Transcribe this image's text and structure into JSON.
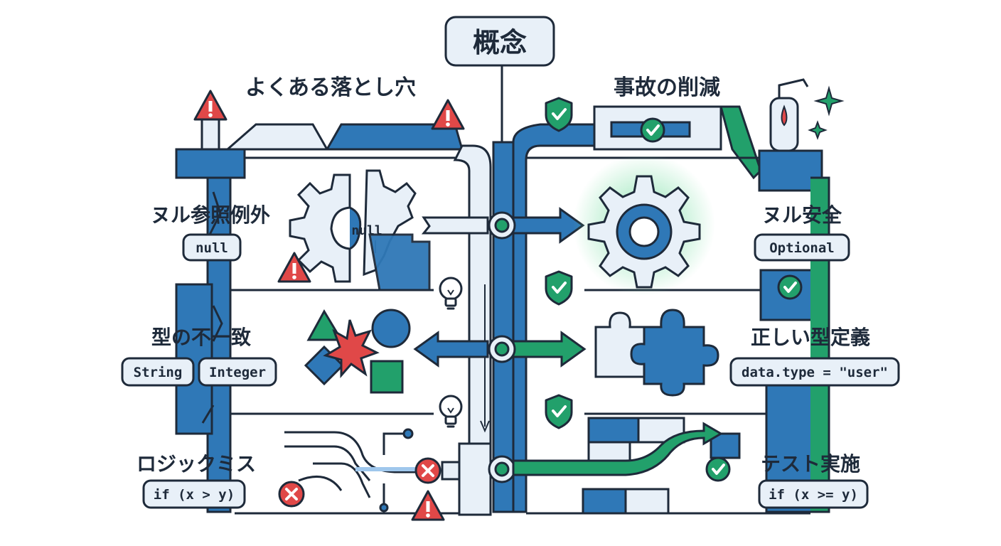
{
  "title": "概念",
  "left_header": "よくある落とし穴",
  "right_header": "事故の削減",
  "rows": [
    {
      "pitfall": "ヌル参照例外",
      "pitfall_code": [
        "null"
      ],
      "solution": "ヌル安全",
      "solution_code": [
        "Optional"
      ]
    },
    {
      "pitfall": "型の不一致",
      "pitfall_code": [
        "String",
        "Integer"
      ],
      "solution": "正しい型定義",
      "solution_code": [
        "data.type = \"user\""
      ]
    },
    {
      "pitfall": "ロジックミス",
      "pitfall_code": [
        "if (x > y)"
      ],
      "solution": "テスト実施",
      "solution_code": [
        "if (x >= y)"
      ]
    }
  ],
  "gear_label": "null",
  "colors": {
    "blue": "#2f78b7",
    "dark": "#1e2a3a",
    "green": "#22a06b",
    "red": "#e04848",
    "light": "#e8f0f8"
  },
  "icons": [
    "warning-icon",
    "shield-check-icon",
    "check-circle-icon",
    "x-circle-icon",
    "gear-icon",
    "broken-gear-icon",
    "lightbulb-icon",
    "puzzle-icon",
    "fire-extinguisher-icon",
    "sparkle-icon"
  ]
}
